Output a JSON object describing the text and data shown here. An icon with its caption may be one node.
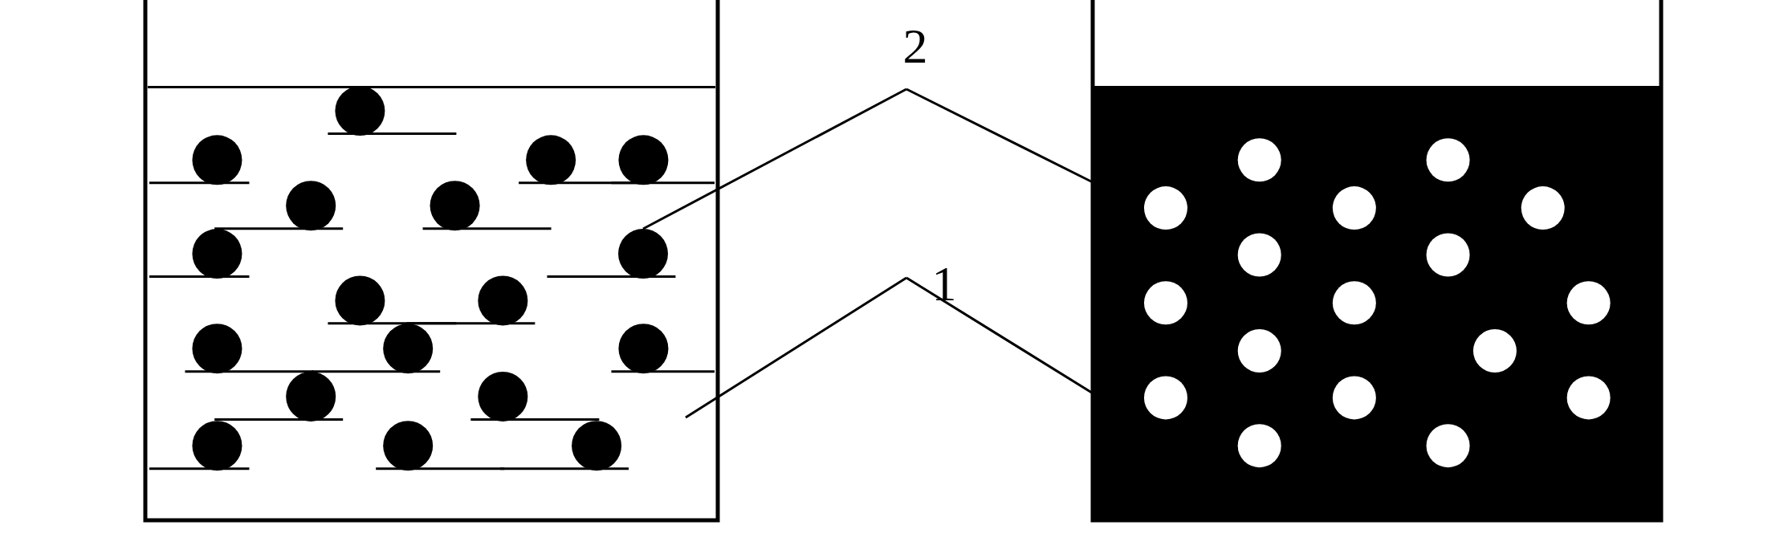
{
  "diagram": {
    "nodes": [
      {
        "text": [
          "2"
        ]
      },
      {
        "text": [
          "1"
        ]
      },
      {
        "text": [],
        "shape": "box"
      },
      {
        "text": [],
        "shape": "circle",
        "in": 2
      },
      {
        "text": [],
        "shape": "box"
      }
    ],
    "edges": [
      {
        "from": 0,
        "to": 3,
        "arrow": "none"
      },
      {
        "from": 0,
        "to": 4,
        "arrow": "none"
      },
      {
        "from": 1,
        "to": 2,
        "arrow": "none"
      },
      {
        "from": 1,
        "to": 4,
        "arrow": "none"
      }
    ]
  }
}
